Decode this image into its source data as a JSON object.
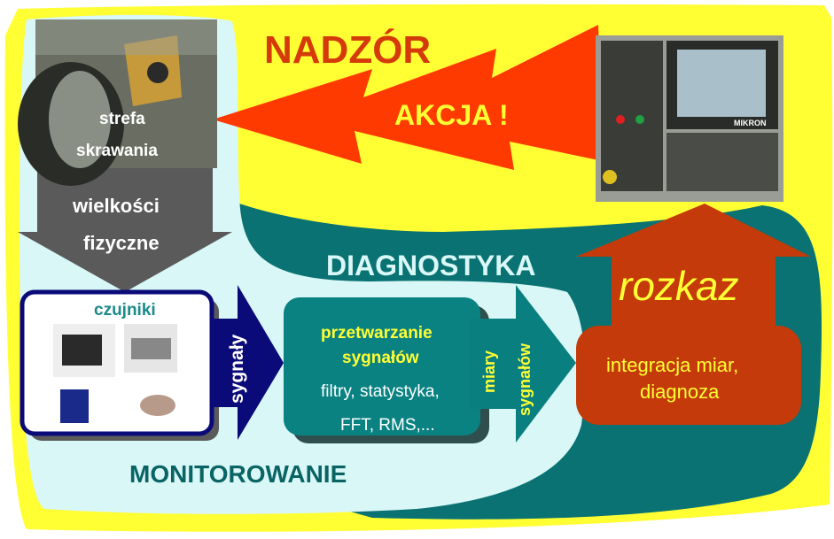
{
  "labels": {
    "nadzor": "NADZÓR",
    "akcja": "AKCJA !",
    "strefa_line1": "strefa",
    "strefa_line2": "skrawania",
    "wielkosci_line1": "wielkości",
    "wielkosci_line2": "fizyczne",
    "diagnostyka": "DIAGNOSTYKA",
    "rozkaz": "rozkaz",
    "czujniki": "czujniki",
    "sygnaly": "sygnały",
    "przetwarzanie_line1": "przetwarzanie",
    "przetwarzanie_line2": "sygnałów",
    "filtry": "filtry, statystyka,",
    "fft": "FFT, RMS,...",
    "miary_line1": "miary",
    "miary_line2": "sygnałów",
    "integracja_line1": "integracja miar,",
    "integracja_line2": "diagnoza",
    "monitorowanie": "MONITOROWANIE",
    "mikron_logo": "MIKRON"
  },
  "colors": {
    "yellow": "#ffff33",
    "teal": "#0a7272",
    "light_cyan": "#d9f7f7",
    "dark_red": "#c43a0a",
    "red_arrow": "#ff3a00",
    "navy": "#0a0a78",
    "title_red": "#d43a0a",
    "title_teal": "#0a6464"
  }
}
